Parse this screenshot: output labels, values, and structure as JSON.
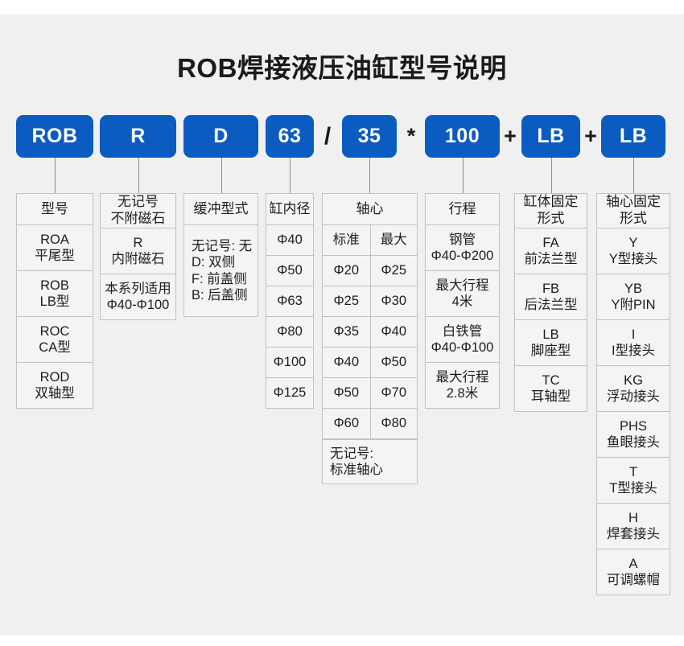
{
  "title": "ROB焊接液压油缸型号说明",
  "colors": {
    "accent_blue": "#0b5cc0",
    "canvas_background": "#f0f0f0",
    "cell_background": "#f4f4f4",
    "cell_border": "#c2c2c2",
    "text": "#1d1d1d"
  },
  "code_sequence": [
    {
      "type": "box",
      "label": "ROB"
    },
    {
      "type": "box",
      "label": "R"
    },
    {
      "type": "box",
      "label": "D"
    },
    {
      "type": "box",
      "label": "63"
    },
    {
      "type": "separator",
      "label": "/"
    },
    {
      "type": "box",
      "label": "35"
    },
    {
      "type": "separator",
      "label": "*"
    },
    {
      "type": "box",
      "label": "100"
    },
    {
      "type": "separator",
      "label": "+"
    },
    {
      "type": "box",
      "label": "LB"
    },
    {
      "type": "separator",
      "label": "+"
    },
    {
      "type": "box",
      "label": "LB"
    }
  ],
  "columns": [
    {
      "key": "model",
      "header": "型号",
      "rows": [
        {
          "lines": [
            "ROA",
            "平尾型"
          ]
        },
        {
          "lines": [
            "ROB",
            "LB型"
          ]
        },
        {
          "lines": [
            "ROC",
            "CA型"
          ]
        },
        {
          "lines": [
            "ROD",
            "双轴型"
          ]
        }
      ]
    },
    {
      "key": "magnet",
      "header_lines": [
        "无记号",
        "不附磁石"
      ],
      "rows": [
        {
          "lines": [
            "R",
            "内附磁石"
          ]
        },
        {
          "lines": [
            "本系列适用",
            "Φ40-Φ100"
          ]
        }
      ]
    },
    {
      "key": "cushion",
      "header": "缓冲型式",
      "rows": [
        {
          "align": "left",
          "lines": [
            "无记号: 无",
            "D: 双侧",
            "F: 前盖侧",
            "B: 后盖侧"
          ]
        }
      ]
    },
    {
      "key": "bore",
      "header": "缸内径",
      "rows": [
        {
          "lines": [
            "Φ40"
          ]
        },
        {
          "lines": [
            "Φ50"
          ]
        },
        {
          "lines": [
            "Φ63"
          ]
        },
        {
          "lines": [
            "Φ80"
          ]
        },
        {
          "lines": [
            "Φ100"
          ]
        },
        {
          "lines": [
            "Φ125"
          ]
        }
      ]
    },
    {
      "key": "rod",
      "header": "轴心",
      "sub_headers": [
        "标准",
        "最大"
      ],
      "pairs": [
        [
          "Φ20",
          "Φ25"
        ],
        [
          "Φ25",
          "Φ30"
        ],
        [
          "Φ35",
          "Φ40"
        ],
        [
          "Φ40",
          "Φ50"
        ],
        [
          "Φ50",
          "Φ70"
        ],
        [
          "Φ60",
          "Φ80"
        ]
      ],
      "footer_lines": [
        "无记号:",
        "标准轴心"
      ]
    },
    {
      "key": "stroke",
      "header": "行程",
      "rows": [
        {
          "lines": [
            "钢管",
            "Φ40-Φ200"
          ]
        },
        {
          "lines": [
            "最大行程",
            "4米"
          ]
        },
        {
          "lines": [
            "白铁管",
            "Φ40-Φ100"
          ]
        },
        {
          "lines": [
            "最大行程",
            "2.8米"
          ]
        }
      ]
    },
    {
      "key": "cylinder_mount",
      "header_lines": [
        "缸体固定",
        "形式"
      ],
      "rows": [
        {
          "lines": [
            "FA",
            "前法兰型"
          ]
        },
        {
          "lines": [
            "FB",
            "后法兰型"
          ]
        },
        {
          "lines": [
            "LB",
            "脚座型"
          ]
        },
        {
          "lines": [
            "TC",
            "耳轴型"
          ]
        }
      ]
    },
    {
      "key": "rod_mount",
      "header_lines": [
        "轴心固定",
        "形式"
      ],
      "rows": [
        {
          "lines": [
            "Y",
            "Y型接头"
          ]
        },
        {
          "lines": [
            "YB",
            "Y附PIN"
          ]
        },
        {
          "lines": [
            "I",
            "I型接头"
          ]
        },
        {
          "lines": [
            "KG",
            "浮动接头"
          ]
        },
        {
          "lines": [
            "PHS",
            "鱼眼接头"
          ]
        },
        {
          "lines": [
            "T",
            "T型接头"
          ]
        },
        {
          "lines": [
            "H",
            "焊套接头"
          ]
        },
        {
          "lines": [
            "A",
            "可调螺帽"
          ]
        }
      ]
    }
  ]
}
